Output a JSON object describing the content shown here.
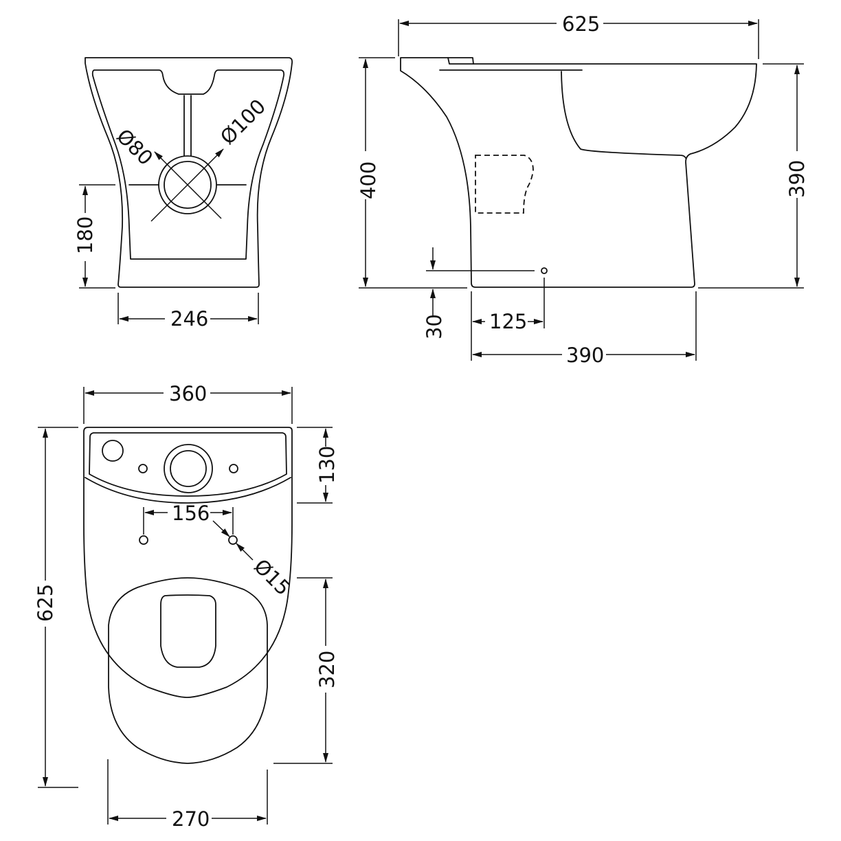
{
  "views": {
    "rear": {
      "outlet_inner_diameter": "Ø80",
      "outlet_outer_diameter": "Ø100",
      "outlet_height": "180",
      "base_width": "246"
    },
    "side": {
      "overall_depth": "625",
      "overall_height": "400",
      "rim_height": "390",
      "outlet_height_from_floor": "30",
      "outlet_offset": "125",
      "base_depth": "390"
    },
    "top": {
      "cistern_width": "360",
      "overall_length": "625",
      "cistern_depth": "130",
      "fixing_hole_spacing": "156",
      "fixing_hole_diameter": "Ø15",
      "seat_length": "320",
      "seat_width": "270"
    }
  },
  "colors": {
    "line": "#111111",
    "background": "#ffffff"
  }
}
